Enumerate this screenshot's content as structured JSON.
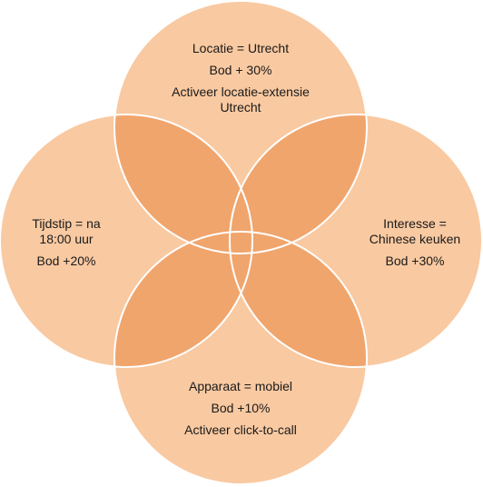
{
  "colors": {
    "circle_fill": "#f9c9a1",
    "circle_stroke": "#ffffff",
    "overlap_fill": "#f0a56d"
  },
  "circles": {
    "top": {
      "lines": [
        "Locatie = Utrecht",
        "Bod + 30%",
        "Activeer locatie-extensie",
        "Utrecht"
      ]
    },
    "left": {
      "lines": [
        "Tijdstip = na",
        "18:00 uur",
        "Bod +20%"
      ]
    },
    "right": {
      "lines": [
        "Interesse =",
        "Chinese keuken",
        "Bod +30%"
      ]
    },
    "bottom": {
      "lines": [
        "Apparaat = mobiel",
        "Bod +10%",
        "Activeer click-to-call"
      ]
    }
  }
}
